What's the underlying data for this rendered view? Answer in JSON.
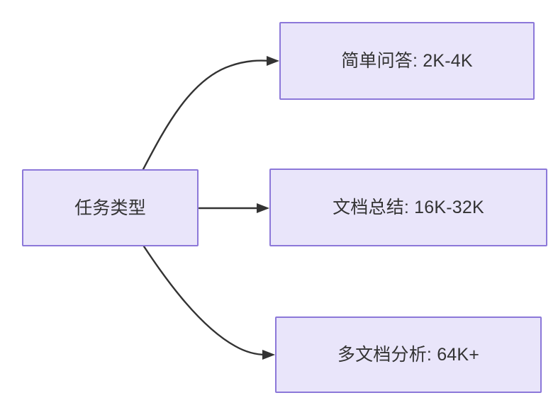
{
  "diagram": {
    "title": "任务类型",
    "type": "flowchart",
    "direction": "left-to-right",
    "background_color": "#ffffff",
    "node_fill_color": "#e9e5fa",
    "node_border_color": "#8c78d9",
    "node_text_color": "#333333",
    "edge_color": "#333333",
    "source_node": {
      "id": "task-type",
      "label": "任务类型"
    },
    "target_nodes": [
      {
        "id": "simple-qa",
        "label": "简单问答: 2K-4K",
        "task": "简单问答",
        "range": "2K-4K"
      },
      {
        "id": "doc-summary",
        "label": "文档总结: 16K-32K",
        "task": "文档总结",
        "range": "16K-32K"
      },
      {
        "id": "multi-doc-analysis",
        "label": "多文档分析: 64K+",
        "task": "多文档分析",
        "range": "64K+"
      }
    ],
    "edges": [
      {
        "id": "edge-to-simple-qa",
        "from": "任务类型",
        "to": "简单问答: 2K-4K",
        "style": "curved",
        "arrow": "arrowhead-right"
      },
      {
        "id": "edge-to-doc-summary",
        "from": "任务类型",
        "to": "文档总结: 16K-32K",
        "style": "straight",
        "arrow": "arrowhead-right"
      },
      {
        "id": "edge-to-multi-doc",
        "from": "任务类型",
        "to": "多文档分析: 64K+",
        "style": "curved",
        "arrow": "arrowhead-right"
      }
    ]
  }
}
